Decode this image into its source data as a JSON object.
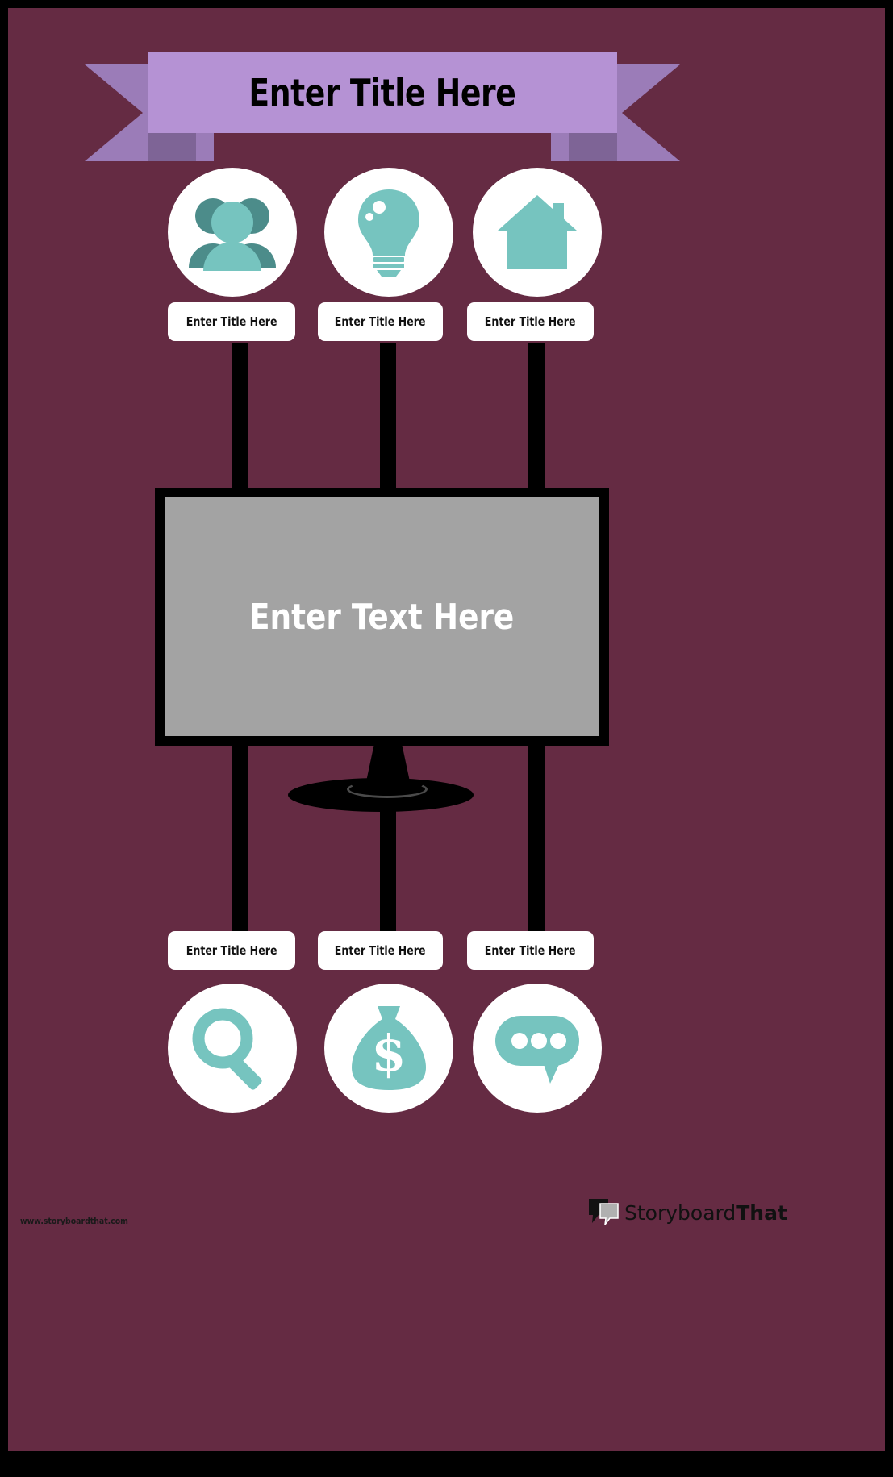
{
  "poster": {
    "title": "Enter Title Here",
    "center_text": "Enter Text Here",
    "colors": {
      "background": "#652B43",
      "frame": "#000000",
      "ribbon_main": "#B592D4",
      "ribbon_tail": "#9B7CB8",
      "ribbon_fold": "#7E6496",
      "icon_circle": "#FFFFFF",
      "icon_teal_light": "#76C4BF",
      "icon_teal_dark": "#4C8C8A",
      "screen_gray": "#A3A3A3",
      "pill_white": "#FFFFFF",
      "text_black": "#111111"
    }
  },
  "top_row": {
    "items": [
      {
        "icon": "people-icon",
        "label": "Enter Title Here"
      },
      {
        "icon": "lightbulb-icon",
        "label": "Enter Title Here"
      },
      {
        "icon": "house-icon",
        "label": "Enter Title Here"
      }
    ]
  },
  "bottom_row": {
    "items": [
      {
        "icon": "magnifier-icon",
        "label": "Enter Title Here"
      },
      {
        "icon": "money-bag-icon",
        "label": "Enter Title Here"
      },
      {
        "icon": "chat-bubble-icon",
        "label": "Enter Title Here"
      }
    ]
  },
  "footer": {
    "url": "www.storyboardthat.com",
    "logo_first": "Storyboard",
    "logo_second": "That",
    "logo_icon": "speech-bubbles-icon"
  }
}
